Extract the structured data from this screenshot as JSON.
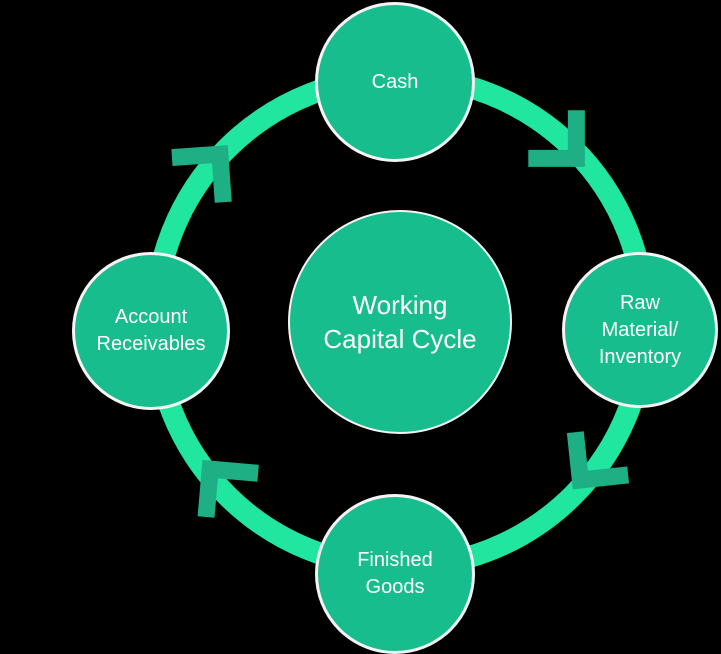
{
  "diagram": {
    "center": {
      "label": "Working Capital Cycle"
    },
    "nodes": [
      {
        "id": "cash",
        "label": "Cash"
      },
      {
        "id": "raw-material-inventory",
        "label": "Raw Material/ Inventory"
      },
      {
        "id": "finished-goods",
        "label": "Finished Goods"
      },
      {
        "id": "account-receivables",
        "label": "Account Receivables"
      }
    ],
    "flow": {
      "direction": "clockwise",
      "arrows": [
        {
          "from": "Cash",
          "to": "Raw Material/ Inventory"
        },
        {
          "from": "Raw Material/ Inventory",
          "to": "Finished Goods"
        },
        {
          "from": "Finished Goods",
          "to": "Account Receivables"
        },
        {
          "from": "Account Receivables",
          "to": "Cash"
        }
      ]
    },
    "colors": {
      "background": "#000000",
      "node_fill": "#17BD8C",
      "node_border": "#F4F4F4",
      "ring": "#21E6A0",
      "arrow": "#1EAF85",
      "text": "#FFFFFF"
    }
  }
}
